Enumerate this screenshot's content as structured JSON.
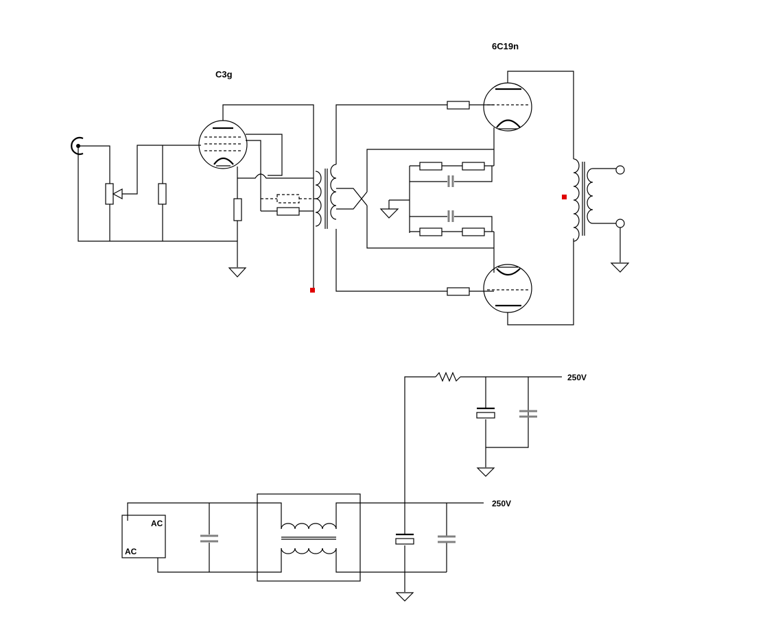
{
  "labels": {
    "driver_tube": "C3g",
    "output_tube": "6C19n",
    "supply_out_1": "250V",
    "supply_out_2": "250V",
    "ac_in_1": "AC",
    "ac_in_2": "AC"
  },
  "colors": {
    "wire": "#000000",
    "capacitor": "#808080",
    "terminal": "#e00000"
  }
}
